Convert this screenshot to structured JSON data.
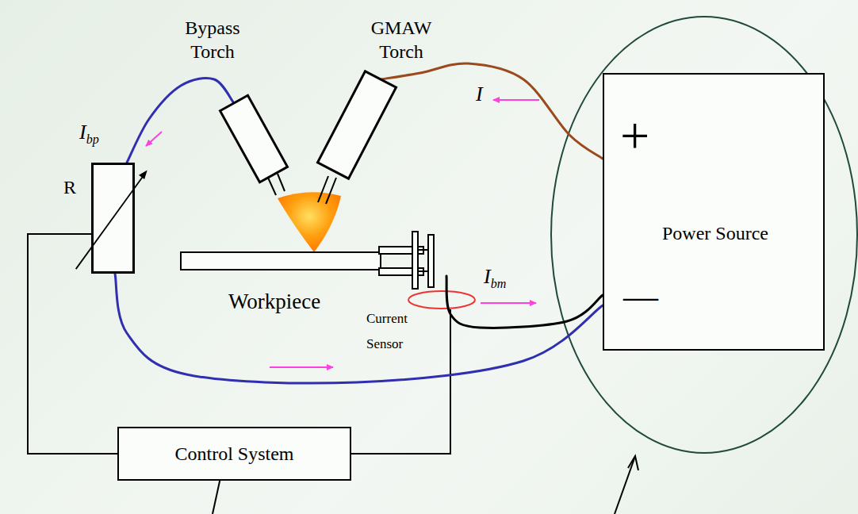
{
  "diagram": {
    "nodes": [
      {
        "text": [
          "+",
          "Power Source",
          "—"
        ]
      },
      {
        "text": [
          "Control System"
        ]
      },
      {
        "text": [
          "R"
        ]
      },
      {
        "text": [
          "Bypass Torch"
        ]
      },
      {
        "text": [
          "GMAW Torch"
        ]
      },
      {
        "text": [
          "Workpiece"
        ]
      }
    ],
    "edges": [
      {
        "from": 4,
        "to": 0,
        "arrow": "none"
      },
      {
        "from": 3,
        "to": 2,
        "arrow": "none"
      },
      {
        "from": 2,
        "to": 0,
        "arrow": "none"
      },
      {
        "from": 5,
        "to": 0,
        "arrow": "none"
      },
      {
        "from": 1,
        "to": 2,
        "arrow": "none"
      }
    ],
    "labels": [
      "I",
      "Ibp",
      "Ibm",
      "Current Sensor"
    ]
  }
}
